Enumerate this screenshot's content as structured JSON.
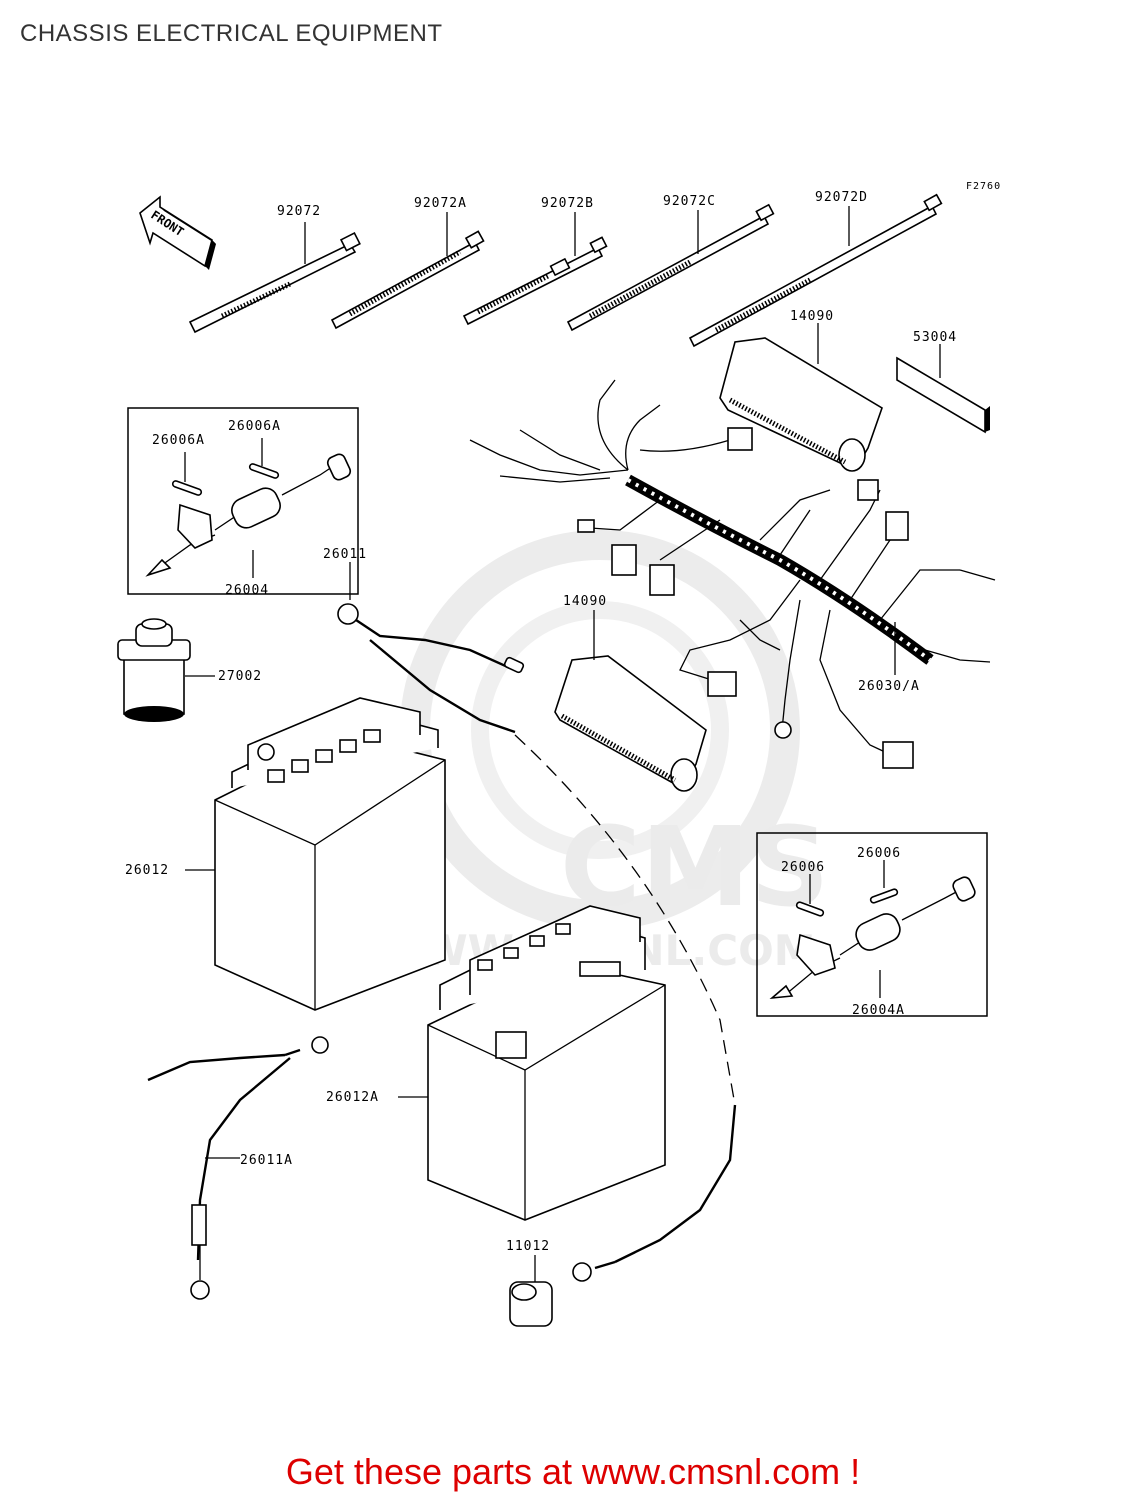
{
  "page": {
    "title": "CHASSIS ELECTRICAL EQUIPMENT",
    "figure_number": "F2760",
    "front_label": "FRONT",
    "watermark_text": "CMS",
    "watermark_url": "WWW.CMSNL.COM",
    "banner": "Get these parts at www.cmsnl.com !"
  },
  "colors": {
    "banner": "#dd0000",
    "title": "#333333",
    "watermark": "#ebebeb"
  },
  "parts": [
    {
      "id": "92072"
    },
    {
      "id": "92072A"
    },
    {
      "id": "92072B"
    },
    {
      "id": "92072C"
    },
    {
      "id": "92072D"
    },
    {
      "id": "14090"
    },
    {
      "id": "53004"
    },
    {
      "id": "26006A"
    },
    {
      "id": "26006A"
    },
    {
      "id": "26004"
    },
    {
      "id": "26011"
    },
    {
      "id": "14090"
    },
    {
      "id": "27002"
    },
    {
      "id": "26030/A"
    },
    {
      "id": "26012"
    },
    {
      "id": "26006"
    },
    {
      "id": "26006"
    },
    {
      "id": "26004A"
    },
    {
      "id": "26012A"
    },
    {
      "id": "26011A"
    },
    {
      "id": "11012"
    }
  ]
}
